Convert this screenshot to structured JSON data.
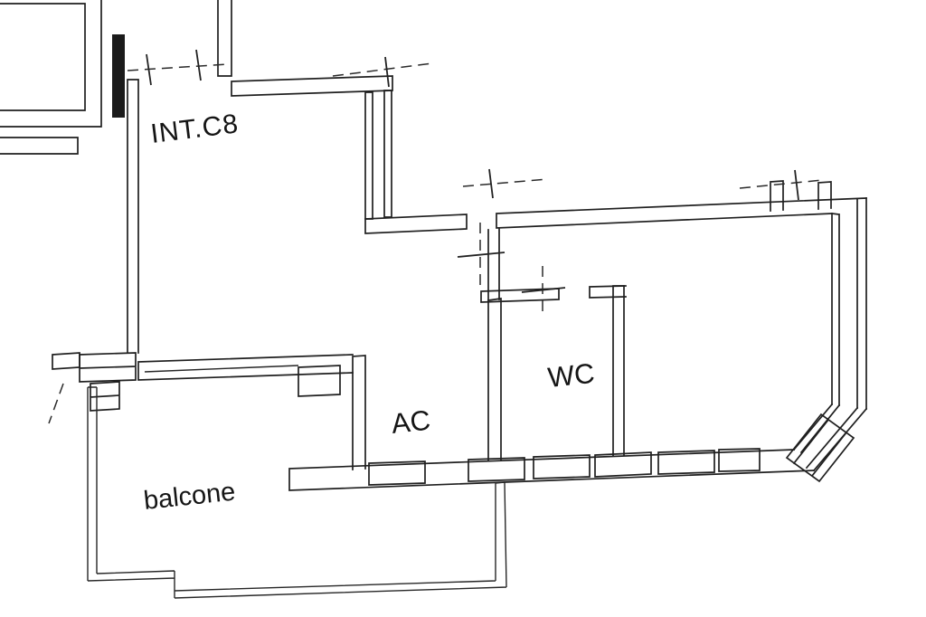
{
  "drawing": {
    "type": "architectural-floor-plan",
    "labels": {
      "unit": "INT.C8",
      "wc": "WC",
      "ac": "AC",
      "balcony": "balcone"
    },
    "colors": {
      "line": "#1f1f1f",
      "background": "#ffffff",
      "text": "#151515"
    }
  }
}
